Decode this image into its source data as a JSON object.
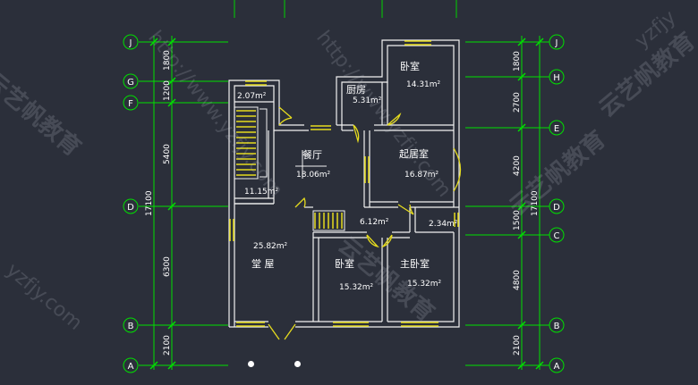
{
  "plan": {
    "rooms": {
      "bedroom_top": {
        "label": "卧室",
        "area": "14.31m²"
      },
      "kitchen": {
        "label": "厨房",
        "area": "5.31m²"
      },
      "small_room": {
        "area": "2.07m²"
      },
      "dining": {
        "label": "餐厅",
        "area": "18.06m²"
      },
      "living": {
        "label": "起居室",
        "area": "16.87m²"
      },
      "stair_area": {
        "area": "11.15m²"
      },
      "hall_area": {
        "area": "6.12m²"
      },
      "closet_area": {
        "area": "2.34m²"
      },
      "main_hall": {
        "label": "堂 屋",
        "area": "25.82m²"
      },
      "bedroom_bottom": {
        "label": "卧室",
        "area": "15.32m²"
      },
      "master_bedroom": {
        "label": "主卧室",
        "area": "15.32m²"
      }
    },
    "grid_labels_left": [
      "J",
      "G",
      "F",
      "D",
      "B",
      "A"
    ],
    "grid_labels_right": [
      "J",
      "H",
      "E",
      "D",
      "C",
      "B",
      "A"
    ],
    "dims_left": {
      "segments": [
        "1800",
        "1200",
        "5400",
        "6300",
        "2100"
      ],
      "total": "17100"
    },
    "dims_right": {
      "segments": [
        "1800",
        "2700",
        "4200",
        "1500",
        "4800",
        "2100"
      ],
      "total": "17100"
    }
  },
  "watermarks": {
    "url": "http://www.yzfjy.com",
    "brand": "云艺帆教育",
    "url_short": "yzfjy.com",
    "fragment": "yzfjy"
  },
  "pager": {
    "count": 2,
    "active": 0
  },
  "colors": {
    "background": "#2b2f3a",
    "wall": "#f2f2f2",
    "grid_line": "#00e000",
    "door": "#e6dc1e",
    "text": "#ffffff"
  }
}
